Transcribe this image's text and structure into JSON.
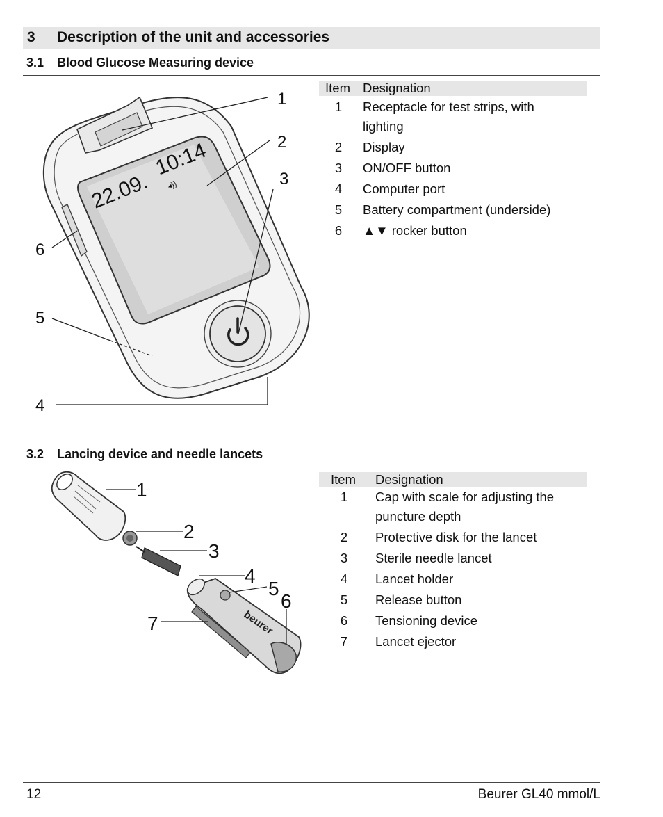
{
  "section": {
    "number": "3",
    "title": "Description of the unit and accessories"
  },
  "sub1": {
    "number": "3.1",
    "title": "Blood Glucose Measuring device",
    "display_date": "22.09.",
    "display_time": "10:14",
    "callouts": [
      "1",
      "2",
      "3",
      "6",
      "5",
      "4"
    ],
    "table": {
      "col_item": "Item",
      "col_designation": "Designation",
      "rows": [
        {
          "n": "1",
          "d": "Receptacle for test strips, with",
          "d2": "lighting"
        },
        {
          "n": "2",
          "d": "Display"
        },
        {
          "n": "3",
          "d": "ON/OFF button"
        },
        {
          "n": "4",
          "d": "Computer port"
        },
        {
          "n": "5",
          "d": "Battery compartment (underside)"
        },
        {
          "n": "6",
          "d": "▲▼ rocker button"
        }
      ]
    }
  },
  "sub2": {
    "number": "3.2",
    "title": "Lancing device and needle lancets",
    "brand_on_device": "beurer",
    "callouts": [
      "1",
      "2",
      "3",
      "4",
      "5",
      "6",
      "7"
    ],
    "table": {
      "col_item": "Item",
      "col_designation": "Designation",
      "rows": [
        {
          "n": "1",
          "d": "Cap with scale for adjusting the",
          "d2": "puncture depth"
        },
        {
          "n": "2",
          "d": "Protective disk for the lancet"
        },
        {
          "n": "3",
          "d": "Sterile needle lancet"
        },
        {
          "n": "4",
          "d": "Lancet holder"
        },
        {
          "n": "5",
          "d": "Release button"
        },
        {
          "n": "6",
          "d": "Tensioning device"
        },
        {
          "n": "7",
          "d": "Lancet ejector"
        }
      ]
    }
  },
  "footer": {
    "page": "12",
    "product": "Beurer GL40 mmol/L"
  }
}
